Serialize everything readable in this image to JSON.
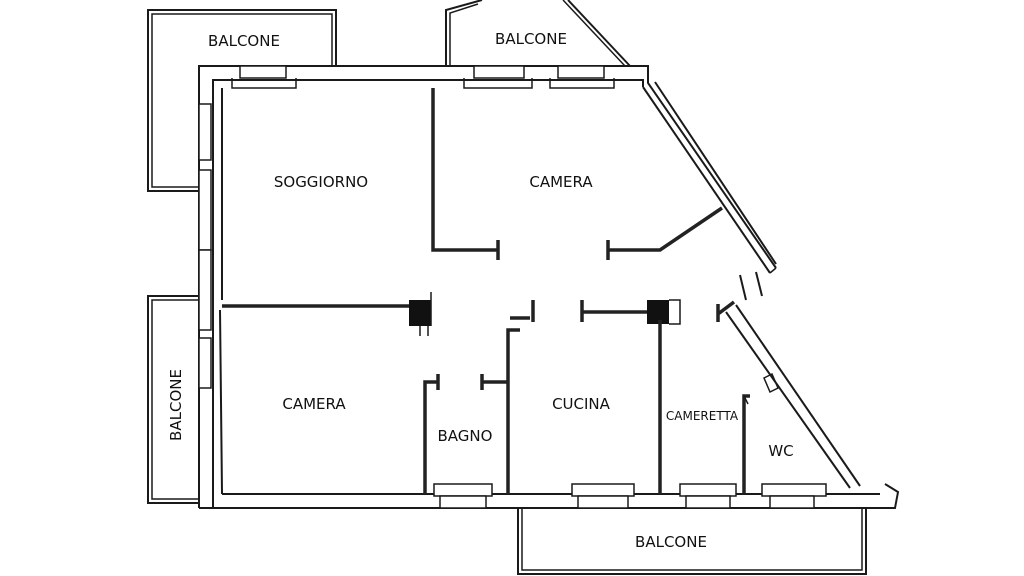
{
  "rooms": {
    "soggiorno": "SOGGIORNO",
    "camera_top": "CAMERA",
    "camera_left": "CAMERA",
    "bagno": "BAGNO",
    "cucina": "CUCINA",
    "cameretta": "CAMERETTA",
    "wc": "WC"
  },
  "balconies": {
    "top_left": "BALCONE",
    "top_right": "BALCONE",
    "left": "BALCONE",
    "bottom": "BALCONE"
  }
}
